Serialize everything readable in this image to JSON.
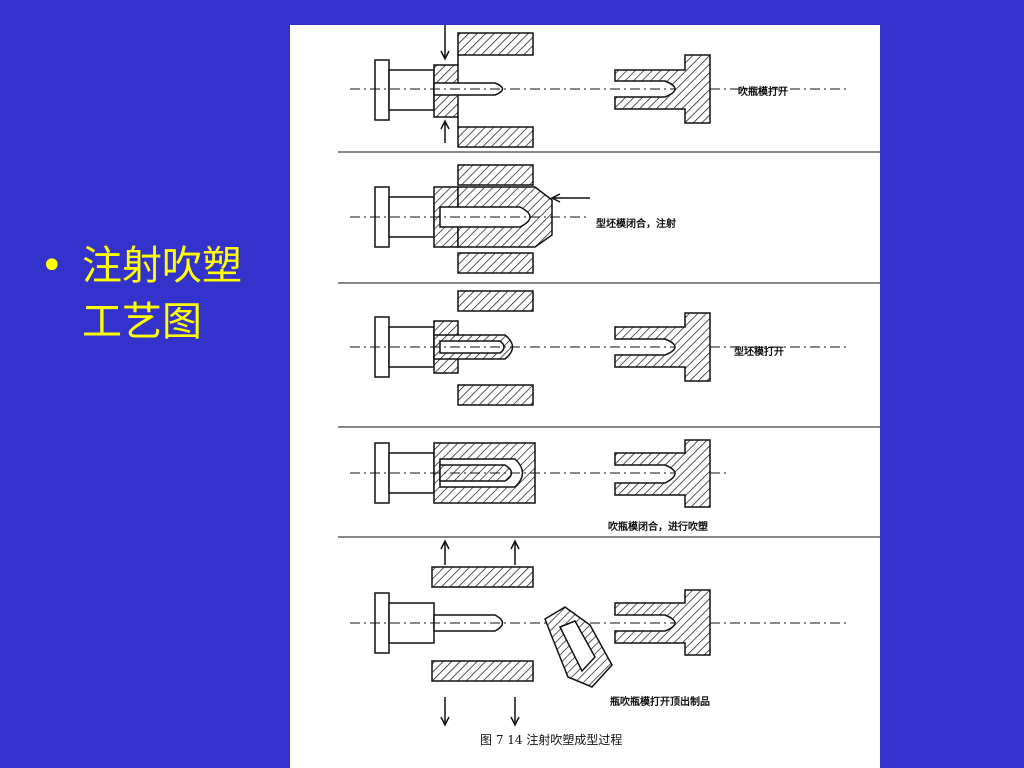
{
  "bullet": {
    "marker": "•",
    "line1": "注射吹塑",
    "line2": "工艺图"
  },
  "figure": {
    "steps": [
      {
        "label": "吹瓶模打开"
      },
      {
        "label": "型坯模闭合，注射"
      },
      {
        "label": "型坯模打开"
      },
      {
        "label": "吹瓶模闭合，进行吹塑"
      },
      {
        "label": "瓶吹瓶模打开顶出制品"
      }
    ],
    "caption": "图 7   14   注射吹塑成型过程"
  },
  "colors": {
    "background": "#3333cc",
    "text_accent": "#ffff00",
    "figure_bg": "#ffffff",
    "ink": "#111111"
  }
}
